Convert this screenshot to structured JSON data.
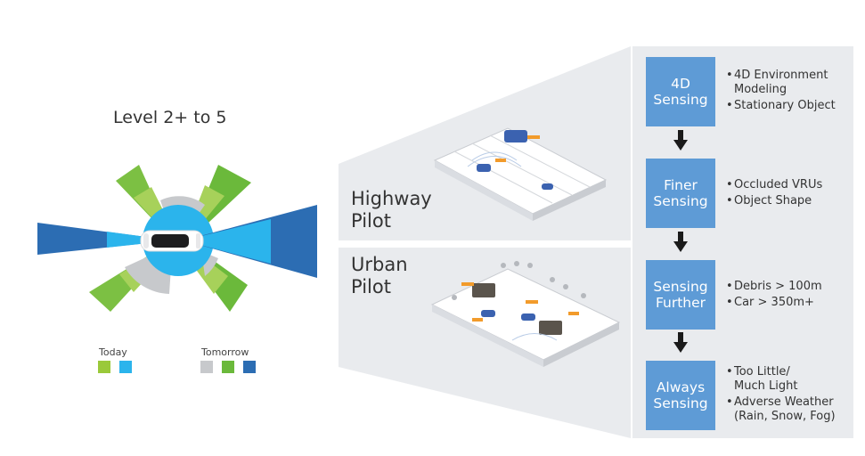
{
  "left": {
    "title": "Level 2+ to 5",
    "legend": {
      "today_label": "Today",
      "today_colors": [
        "#9ac93a",
        "#2bb4ec"
      ],
      "tomorrow_label": "Tomorrow",
      "tomorrow_colors": [
        "#c7c9cc",
        "#6bb93b",
        "#2c6db3"
      ]
    }
  },
  "center": {
    "highway_label": [
      "Highway",
      "Pilot"
    ],
    "urban_label": [
      "Urban",
      "Pilot"
    ]
  },
  "steps": [
    {
      "title": [
        "4D",
        "Sensing"
      ],
      "bullets": [
        "4D Environment Modeling",
        "Stationary Object"
      ]
    },
    {
      "title": [
        "Finer",
        "Sensing"
      ],
      "bullets": [
        "Occluded VRUs",
        "Object Shape"
      ]
    },
    {
      "title": [
        "Sensing",
        "Further"
      ],
      "bullets": [
        "Debris > 100m",
        "Car > 350m+"
      ]
    },
    {
      "title": [
        "Always",
        "Sensing"
      ],
      "bullets": [
        "Too Little/ Much Light",
        "Adverse Weather (Rain, Snow, Fog)"
      ]
    }
  ],
  "colors": {
    "step_box": "#5e9bd6",
    "panel_bg": "#e9ebee",
    "arrow": "#1a1a1a"
  }
}
